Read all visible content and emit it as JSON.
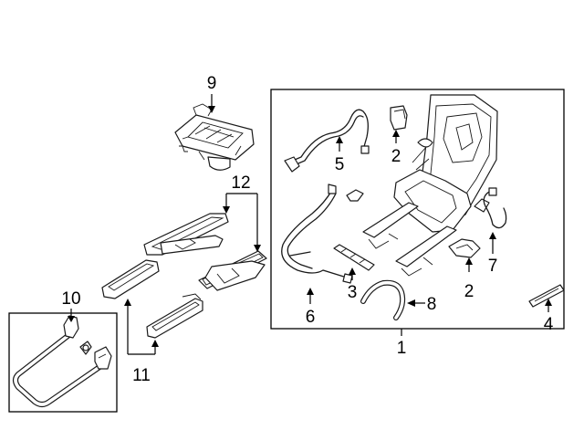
{
  "diagram": {
    "callouts": [
      {
        "id": "c9",
        "label": "9"
      },
      {
        "id": "c12",
        "label": "12"
      },
      {
        "id": "c10",
        "label": "10"
      },
      {
        "id": "c11",
        "label": "11"
      },
      {
        "id": "c5",
        "label": "5"
      },
      {
        "id": "c2a",
        "label": "2"
      },
      {
        "id": "c2b",
        "label": "2"
      },
      {
        "id": "c7",
        "label": "7"
      },
      {
        "id": "c3",
        "label": "3"
      },
      {
        "id": "c6",
        "label": "6"
      },
      {
        "id": "c8",
        "label": "8"
      },
      {
        "id": "c1",
        "label": "1"
      },
      {
        "id": "c4",
        "label": "4"
      }
    ],
    "colors": {
      "line": "#1a1a1a",
      "background": "#ffffff"
    }
  }
}
